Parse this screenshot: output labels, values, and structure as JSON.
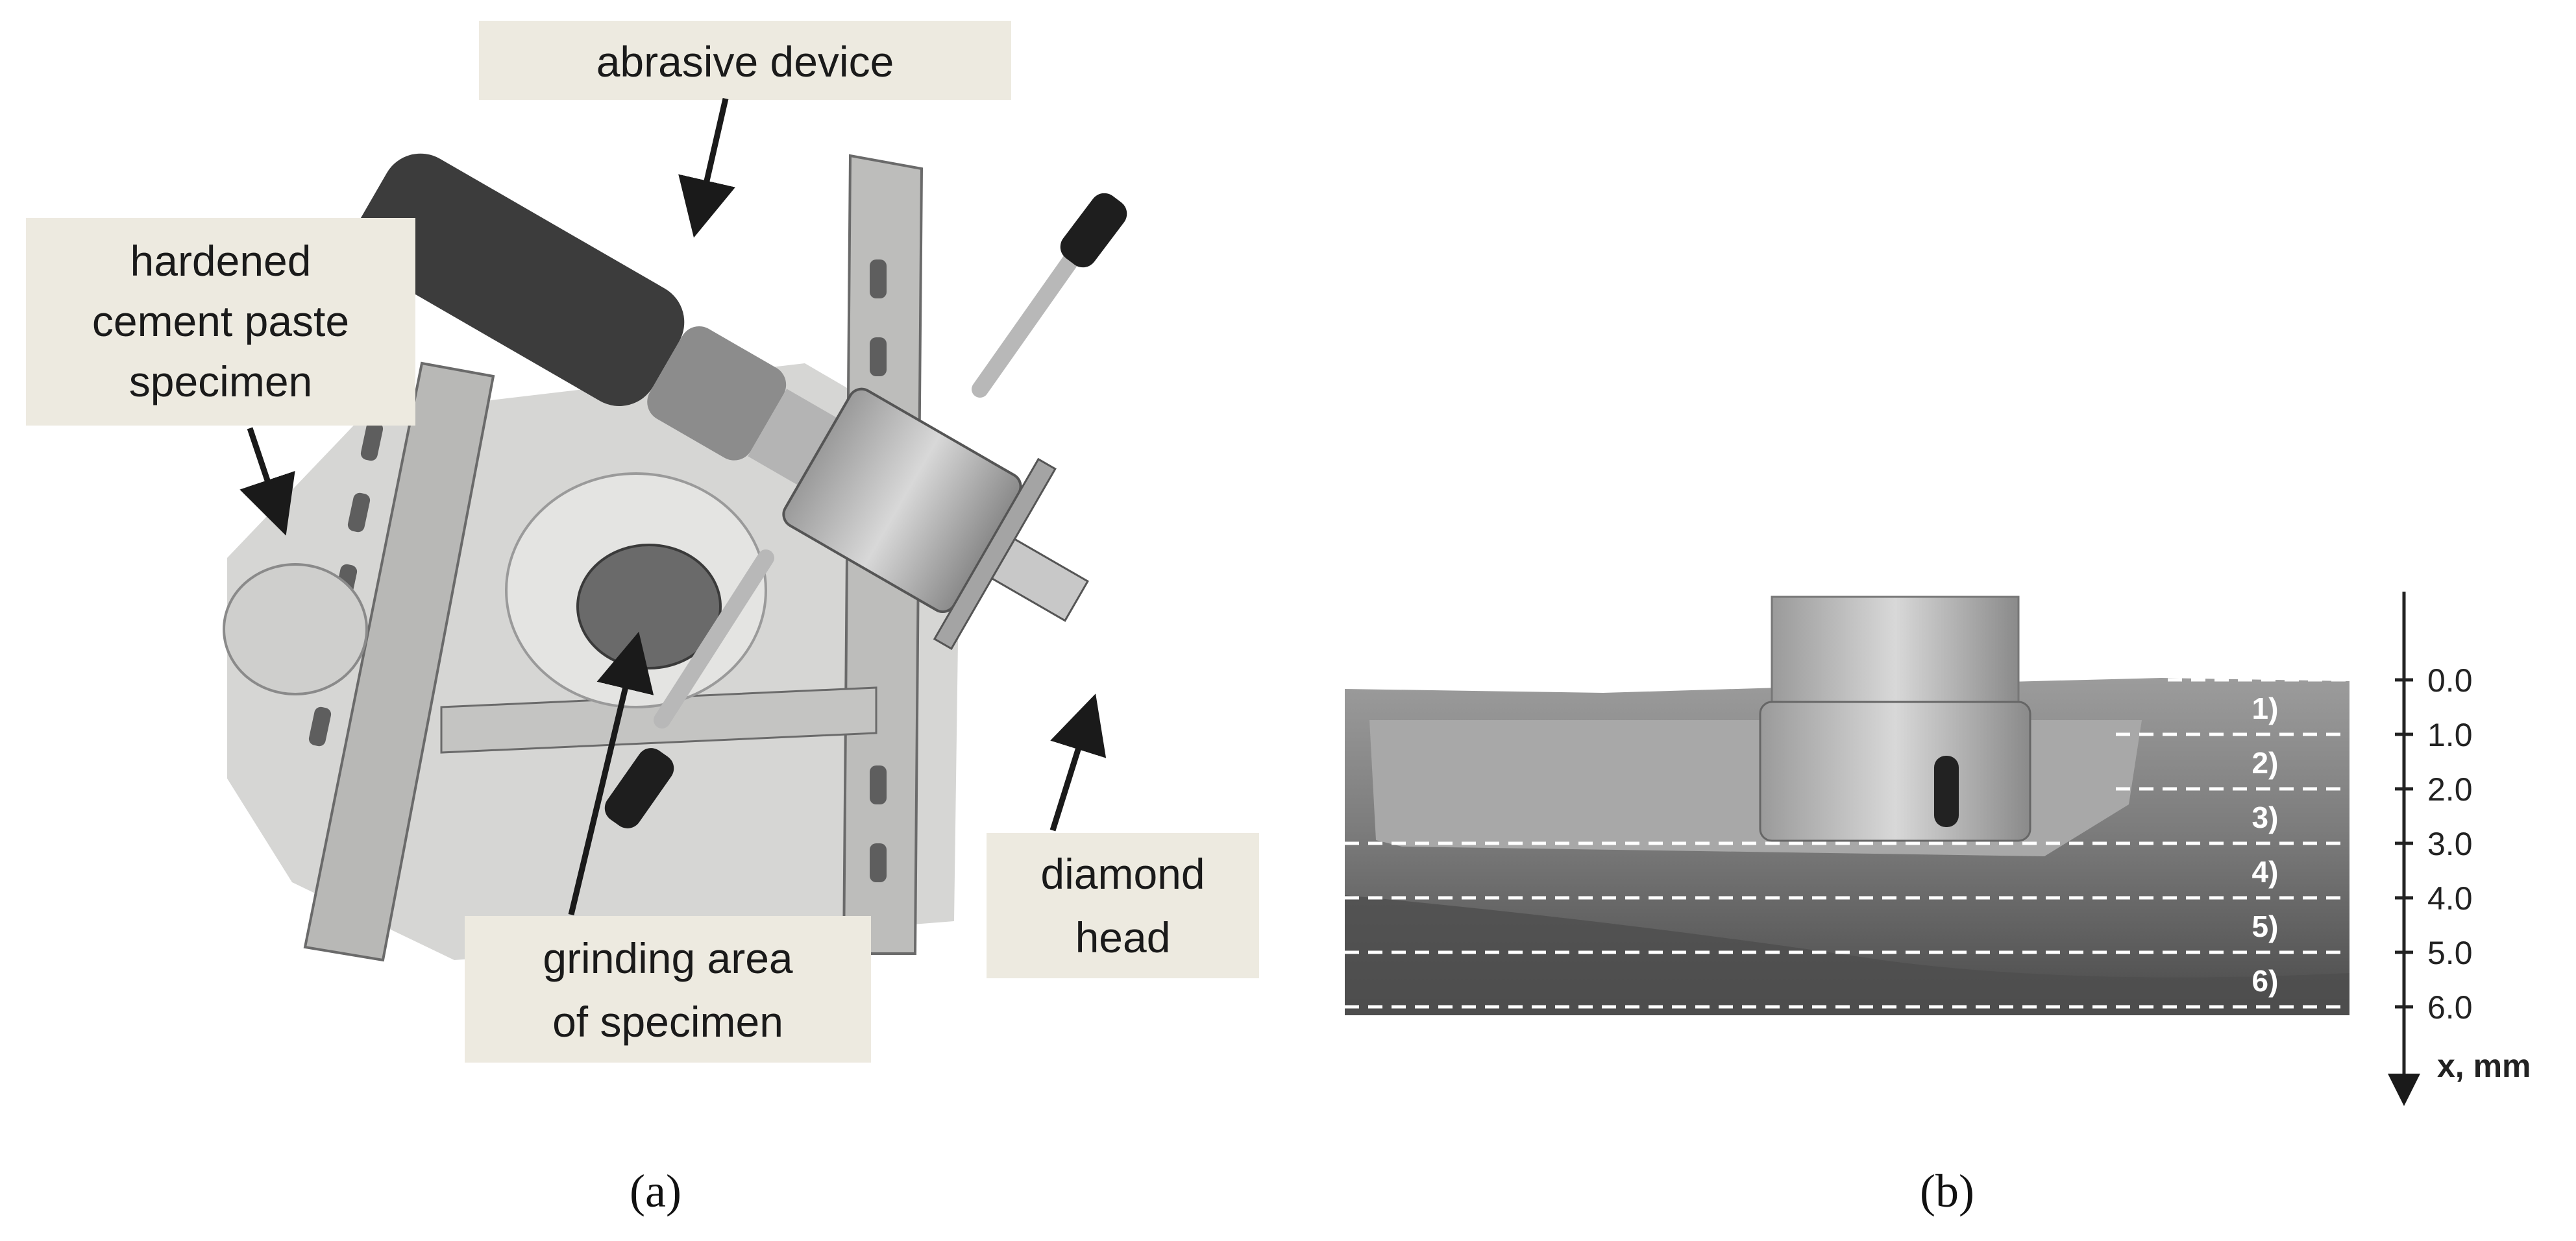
{
  "figure": {
    "panel_a": {
      "caption_label": "(a)",
      "callouts": {
        "abrasive_device": "abrasive device",
        "specimen_line1": "hardened",
        "specimen_line2": "cement paste",
        "specimen_line3": "specimen",
        "diamond_line1": "diamond",
        "diamond_line2": "head",
        "grinding_line1": "grinding area",
        "grinding_line2": "of specimen"
      }
    },
    "panel_b": {
      "caption_label": "(b)",
      "axis_label": "x,  mm",
      "depth_ticks": [
        "0.0",
        "1.0",
        "2.0",
        "3.0",
        "4.0",
        "5.0",
        "6.0"
      ],
      "layers": [
        "1)",
        "2)",
        "3)",
        "4)",
        "5)",
        "6)"
      ]
    }
  },
  "colors": {
    "callout_bg": "#edeae0",
    "arrow": "#1a1a1a",
    "dashed_line": "#ffffff"
  }
}
